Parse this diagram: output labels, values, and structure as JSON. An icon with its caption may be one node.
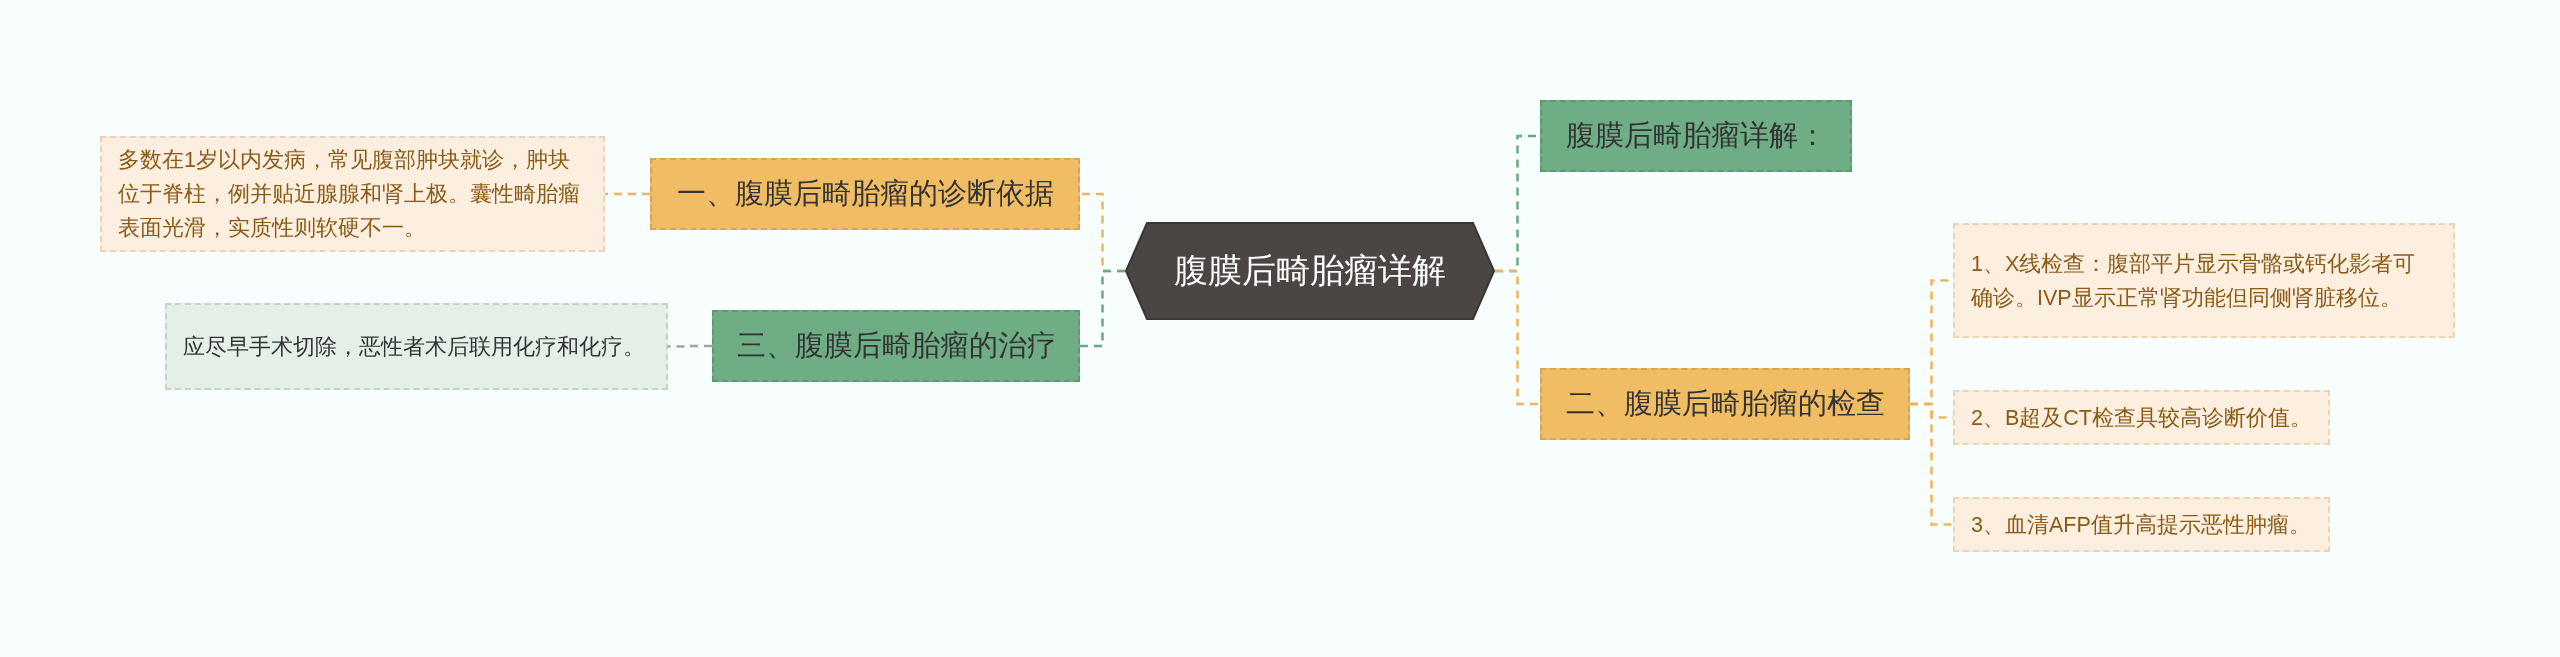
{
  "diagram": {
    "nodes": [
      {
        "text": [
          "腹膜后畸胎瘤详解"
        ]
      },
      {
        "text": [
          "腹膜后畸胎瘤详解："
        ]
      },
      {
        "text": [
          "二、腹膜后畸胎瘤的检查"
        ]
      },
      {
        "text": [
          "1、X线检查：腹部平片显示骨骼或钙化影者可确诊。IVP显示正常肾功能但同侧肾脏移位。"
        ]
      },
      {
        "text": [
          "2、B超及CT检查具较高诊断价值。"
        ]
      },
      {
        "text": [
          "3、血清AFP值升高提示恶性肿瘤。"
        ]
      },
      {
        "text": [
          "一、腹膜后畸胎瘤的诊断依据"
        ]
      },
      {
        "text": [
          "多数在1岁以内发病，常见腹部肿块就诊，肿块位于脊柱，例并贴近腺腺和肾上极。囊性畸胎瘤表面光滑，实质性则软硬不一。"
        ]
      },
      {
        "text": [
          "三、腹膜后畸胎瘤的治疗"
        ]
      },
      {
        "text": [
          "应尽早手术切除，恶性者术后联用化疗和化疗。"
        ]
      }
    ],
    "edges": [
      {
        "from": 0,
        "to": 1,
        "arrow": "none",
        "style": "dashed",
        "color": "#6aa985"
      },
      {
        "from": 0,
        "to": 2,
        "arrow": "none",
        "style": "dashed"
      },
      {
        "from": 2,
        "to": 3,
        "arrow": "none",
        "style": "dashed"
      },
      {
        "from": 2,
        "to": 4,
        "arrow": "none",
        "style": "dashed"
      },
      {
        "from": 2,
        "to": 5,
        "arrow": "none",
        "style": "dashed"
      },
      {
        "from": 0,
        "to": 6,
        "arrow": "none",
        "style": "dashed"
      },
      {
        "from": 6,
        "to": 7,
        "arrow": "none",
        "style": "dashed"
      },
      {
        "from": 0,
        "to": 8,
        "arrow": "none",
        "style": "dashed",
        "color": "#6aa985"
      },
      {
        "from": 8,
        "to": 9,
        "arrow": "none",
        "style": "dashed",
        "color": "#9aa89e"
      }
    ]
  }
}
